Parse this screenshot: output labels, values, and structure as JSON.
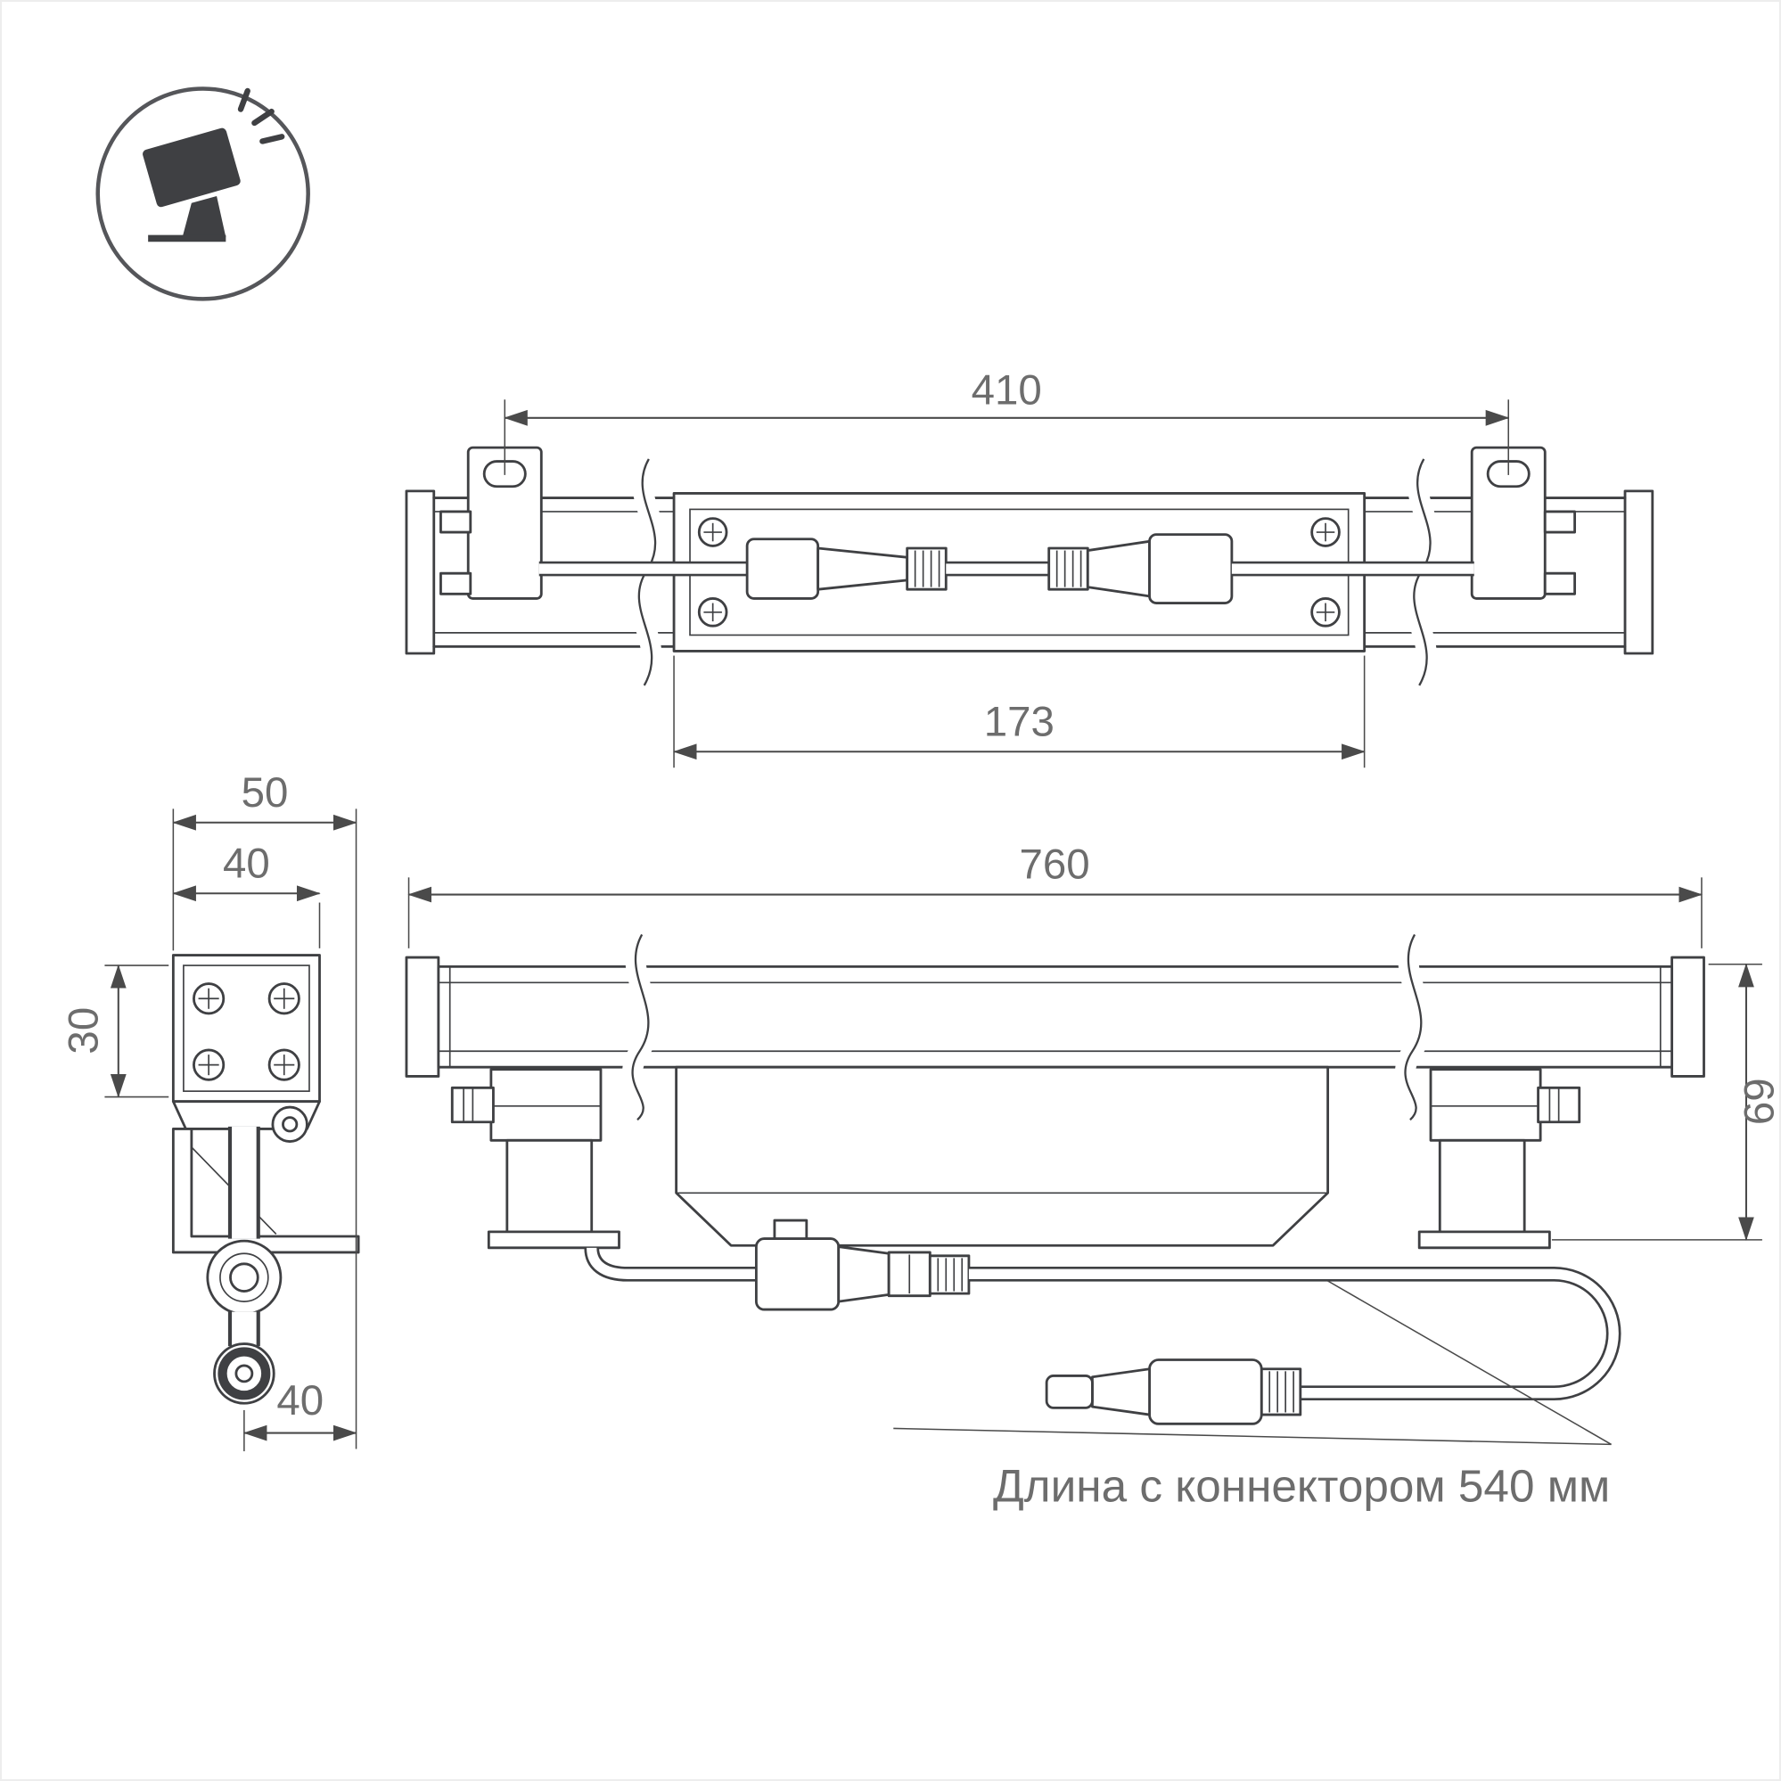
{
  "page": {
    "background": "#ffffff",
    "border": "#ededed"
  },
  "icon": {
    "name": "floodlight-on-ground-icon"
  },
  "views": {
    "top": {
      "dim_overall": "410",
      "dim_module": "173"
    },
    "section": {
      "dim_width_outer": "50",
      "dim_width_body": "40",
      "dim_height_body": "30",
      "dim_bottom_offset": "40"
    },
    "side": {
      "dim_length": "760",
      "dim_height": "69"
    }
  },
  "note": {
    "connector_length": "Длина с коннектором 540 мм"
  },
  "style": {
    "line_color": "#3f4043",
    "dim_line_color": "#4a4a4a",
    "dim_text_color": "#6d6d6d"
  }
}
